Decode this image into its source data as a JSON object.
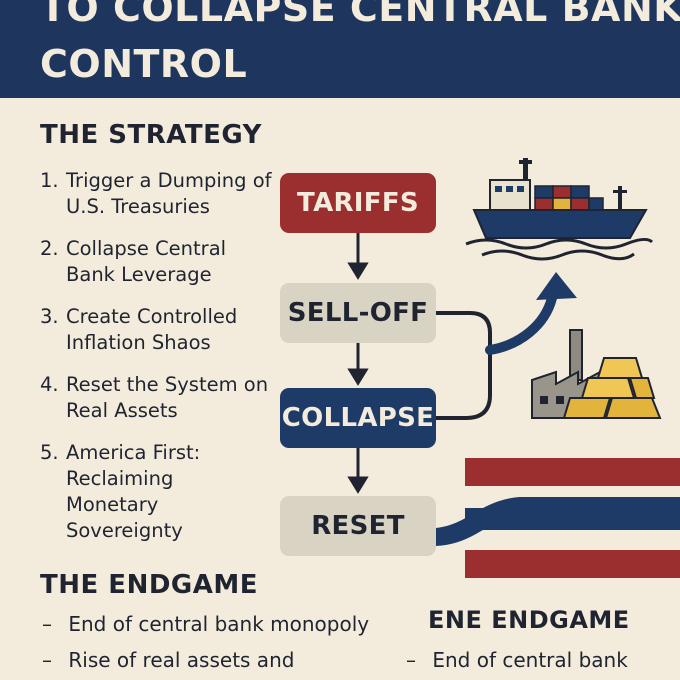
{
  "header": {
    "line1": "TO COLLAPSE CENTRAL BANK",
    "line2": "CONTROL"
  },
  "strategy": {
    "title": "THE STRATEGY",
    "steps": [
      {
        "num": "1.",
        "text": "Trigger a Dumping of U.S. Treasuries"
      },
      {
        "num": "2.",
        "text": "Collapse Central Bank Leverage"
      },
      {
        "num": "3.",
        "text": "Create Controlled Inflation Shaos"
      },
      {
        "num": "4.",
        "text": "Reset the System on Real Assets"
      },
      {
        "num": "5.",
        "text": "America First: Reclaiming Monetary Sovereignty"
      }
    ]
  },
  "flow": {
    "tariffs": "TARIFFS",
    "selloff": "SELL-OFF",
    "collapse": "COLLAPSE",
    "reset": "RESET"
  },
  "endgame": {
    "title": "THE ENDGAME",
    "items": [
      {
        "dash": "–",
        "text": "End of central bank monopoly"
      },
      {
        "dash": "–",
        "text": "Rise of real assets and"
      }
    ]
  },
  "endgame_right": {
    "title": "ENE ENDGAME",
    "items": [
      {
        "dash": "–",
        "text": "End of central bank"
      }
    ]
  },
  "colors": {
    "navy": "#1e355e",
    "red": "#9b2f2f",
    "cream": "#f3ecdc",
    "gray": "#d9d3c3",
    "gold": "#e2b43c"
  }
}
